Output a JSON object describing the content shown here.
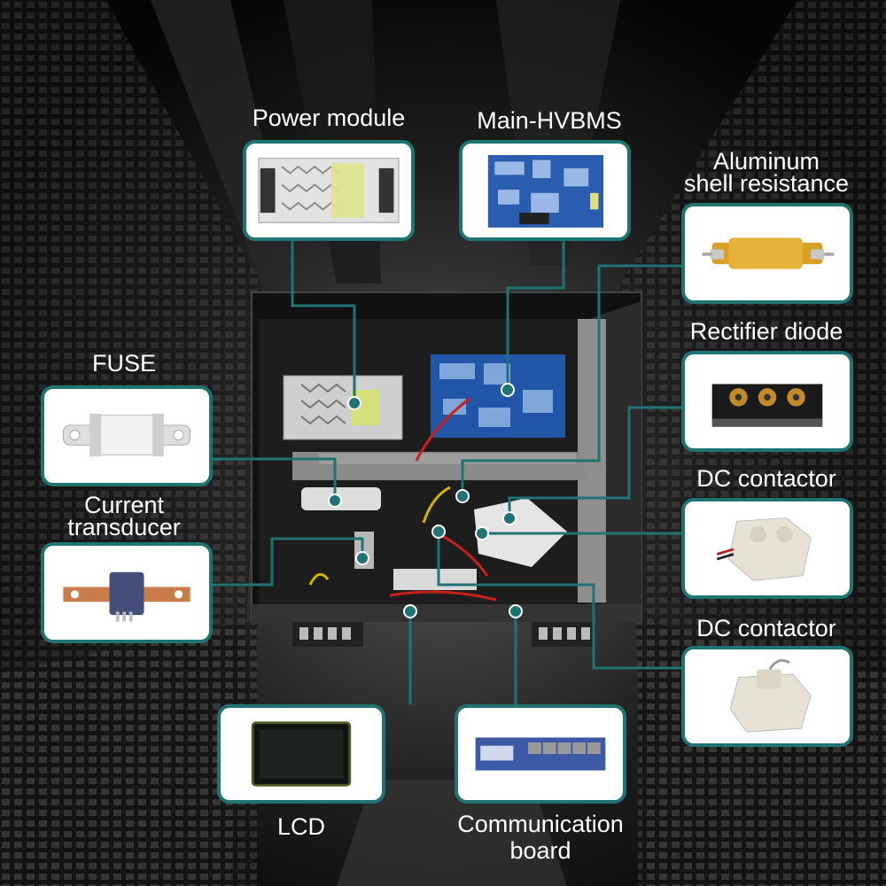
{
  "colors": {
    "accent": "#1f7373",
    "background": "#0b0b0b",
    "cabinet": "#1b1b1b"
  },
  "components": [
    {
      "id": "power-module",
      "label": "Power module",
      "icon": "power-supply-image"
    },
    {
      "id": "main-hvbms",
      "label": "Main-HVBMS",
      "icon": "circuit-board-image"
    },
    {
      "id": "aluminum-shell-resistance",
      "label_line1": "Aluminum",
      "label_line2": "shell resistance",
      "icon": "resistor-image"
    },
    {
      "id": "rectifier-diode",
      "label": "Rectifier diode",
      "icon": "diode-module-image"
    },
    {
      "id": "dc-contactor-1",
      "label": "DC contactor",
      "icon": "contactor-image"
    },
    {
      "id": "dc-contactor-2",
      "label": "DC contactor",
      "icon": "contactor-image"
    },
    {
      "id": "fuse",
      "label": "FUSE",
      "icon": "fuse-image"
    },
    {
      "id": "current-transducer",
      "label_line1": "Current",
      "label_line2": "transducer",
      "icon": "current-transducer-image"
    },
    {
      "id": "lcd",
      "label": "LCD",
      "icon": "lcd-screen-image"
    },
    {
      "id": "communication-board",
      "label_line1": "Communication",
      "label_line2": "board",
      "icon": "communication-board-image"
    }
  ]
}
